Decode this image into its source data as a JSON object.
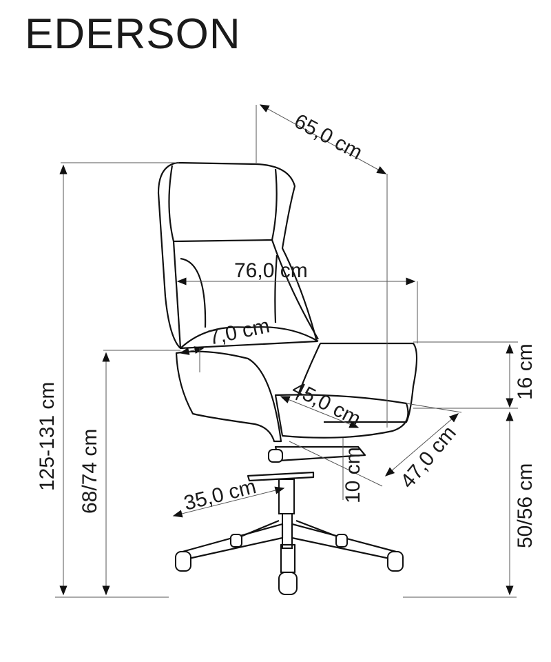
{
  "title": "EDERSON",
  "dimensions": {
    "depth": "65,0 cm",
    "width": "76,0 cm",
    "backrest_depth": "7,0 cm",
    "seat_depth": "45,0 cm",
    "armrest_height": "16 cm",
    "total_height": "125-131 cm",
    "armrest_floor_height": "68/74 cm",
    "seat_height": "50/56 cm",
    "seat_width": "47,0 cm",
    "base_radius": "35,0 cm",
    "seat_thickness": "10 cm"
  }
}
